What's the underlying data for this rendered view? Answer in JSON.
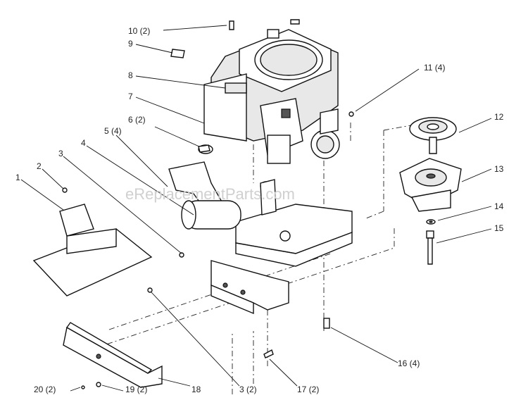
{
  "watermark": "eReplacementParts.com",
  "callouts": [
    {
      "id": "c10",
      "text": "10 (2)"
    },
    {
      "id": "c9",
      "text": "9"
    },
    {
      "id": "c8",
      "text": "8"
    },
    {
      "id": "c7",
      "text": "7"
    },
    {
      "id": "c6",
      "text": "6 (2)"
    },
    {
      "id": "c5",
      "text": "5 (4)"
    },
    {
      "id": "c4",
      "text": "4"
    },
    {
      "id": "c3",
      "text": "3"
    },
    {
      "id": "c2",
      "text": "2"
    },
    {
      "id": "c1",
      "text": "1"
    },
    {
      "id": "c11",
      "text": "11 (4)"
    },
    {
      "id": "c12",
      "text": "12"
    },
    {
      "id": "c13",
      "text": "13"
    },
    {
      "id": "c14",
      "text": "14"
    },
    {
      "id": "c15",
      "text": "15"
    },
    {
      "id": "c16",
      "text": "16 (4)"
    },
    {
      "id": "c17",
      "text": "17 (2)"
    },
    {
      "id": "c3b",
      "text": "3 (2)"
    },
    {
      "id": "c18",
      "text": "18"
    },
    {
      "id": "c19",
      "text": "19 (2)"
    },
    {
      "id": "c20",
      "text": "20 (2)"
    }
  ]
}
